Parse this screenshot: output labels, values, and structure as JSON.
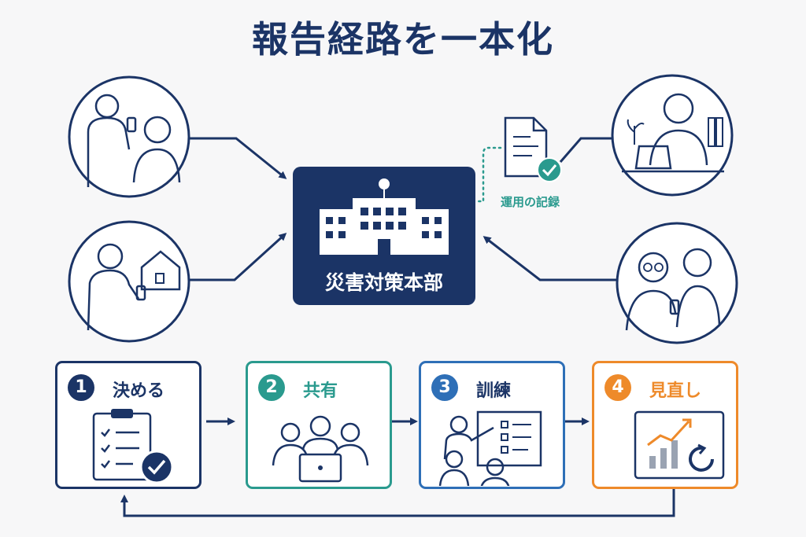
{
  "title": "報告経路を一本化",
  "hq": {
    "label": "災害対策本部",
    "icon": "government-building-icon"
  },
  "record": {
    "label": "運用の記録",
    "icon": "document-check-icon"
  },
  "reporters": [
    {
      "name": "caregiver-with-elder",
      "icon": "caregiver-phone-icon"
    },
    {
      "name": "resident-at-home",
      "icon": "resident-house-phone-icon"
    },
    {
      "name": "remote-worker",
      "icon": "laptop-worker-icon"
    },
    {
      "name": "elderly-couple",
      "icon": "elderly-couple-phone-icon"
    }
  ],
  "steps": [
    {
      "num": "1",
      "label": "決める",
      "color": "#1b3466",
      "icon": "checklist-clipboard-icon"
    },
    {
      "num": "2",
      "label": "共有",
      "color": "#2a9a8e",
      "icon": "team-meeting-icon"
    },
    {
      "num": "3",
      "label": "訓練",
      "color": "#2e6fb7",
      "icon": "training-board-icon"
    },
    {
      "num": "4",
      "label": "見直し",
      "color": "#ee8a2a",
      "icon": "review-chart-cycle-icon"
    }
  ],
  "colors": {
    "navy": "#1b3466",
    "teal": "#2a9a8e",
    "blue": "#2e6fb7",
    "orange": "#ee8a2a"
  }
}
